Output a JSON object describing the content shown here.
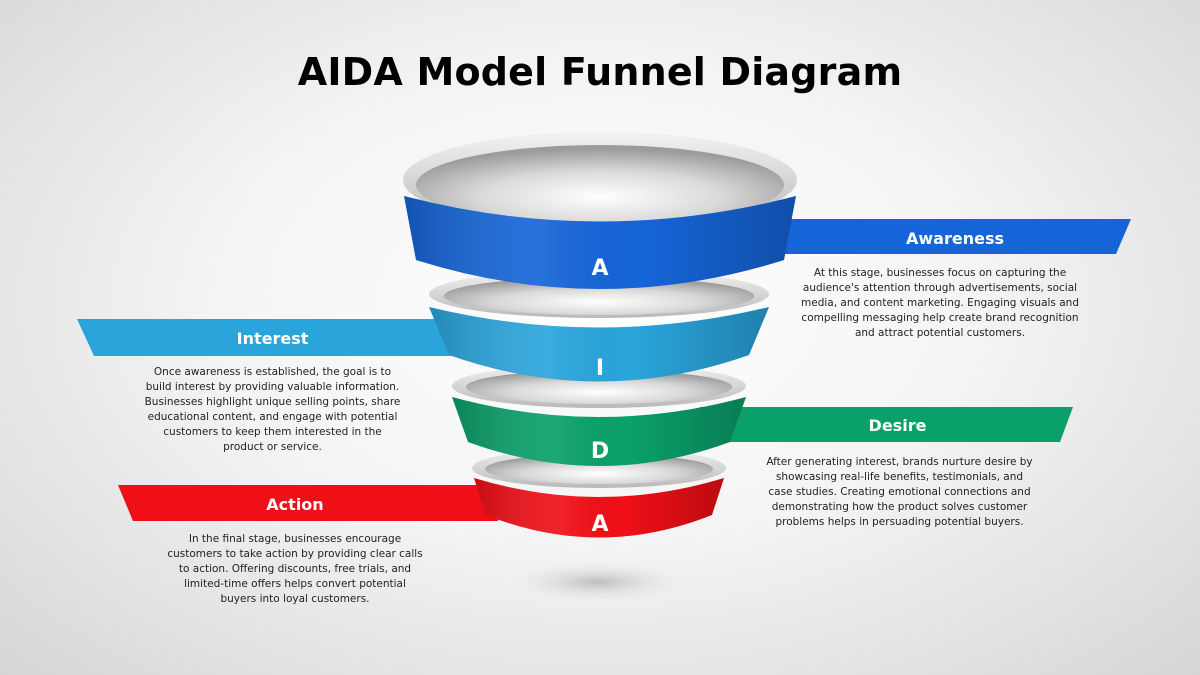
{
  "title": "AIDA Model Funnel Diagram",
  "colors": {
    "awareness": "#1565d8",
    "interest": "#2aa5dc",
    "desire": "#0aa06a",
    "action": "#f00f16"
  },
  "stages": [
    {
      "letter": "A",
      "label": "Awareness",
      "lines": [
        "At this stage, businesses focus on capturing the",
        "audience's attention through advertisements, social",
        "media, and content marketing. Engaging visuals and",
        "compelling messaging help create brand recognition",
        "and attract potential customers."
      ]
    },
    {
      "letter": "I",
      "label": "Interest",
      "lines": [
        "Once awareness is established, the goal is to",
        "build interest by providing valuable information.",
        "Businesses highlight unique selling points, share",
        "educational content, and engage with potential",
        "customers to keep them interested in the",
        "product or service."
      ]
    },
    {
      "letter": "D",
      "label": "Desire",
      "lines": [
        "After generating interest, brands nurture desire by",
        "showcasing real-life benefits, testimonials, and",
        "case studies. Creating emotional connections and",
        "demonstrating how the product solves customer",
        "problems helps in persuading potential buyers."
      ]
    },
    {
      "letter": "A",
      "label": "Action",
      "lines": [
        "In the final stage, businesses encourage",
        "customers to take action by providing clear calls",
        "to action. Offering discounts, free trials, and",
        "limited-time offers helps convert potential",
        "buyers into loyal customers."
      ]
    }
  ]
}
